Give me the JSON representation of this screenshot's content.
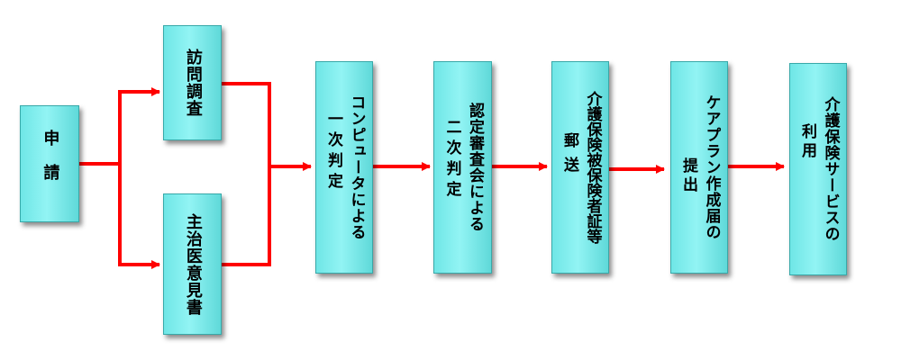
{
  "boxes": {
    "application": "申請",
    "home_visit": "訪問調査",
    "doctor_opinion": "主治医意見書",
    "computer_judgment": {
      "line1": "コンピュータによる",
      "line2": "一次判定"
    },
    "committee_judgment": {
      "line1": "認定審査会による",
      "line2": "二次判定"
    },
    "certificate_mailing": {
      "line1": "介護保険被保険者証等",
      "line2": "郵送"
    },
    "care_plan": {
      "line1": "ケアプラン作成届の",
      "line2": "提出"
    },
    "service_use": {
      "line1": "介護保険サービスの",
      "line2": "利用"
    }
  },
  "colors": {
    "box_fill": "#7eeeee",
    "connector": "#ff0000"
  }
}
